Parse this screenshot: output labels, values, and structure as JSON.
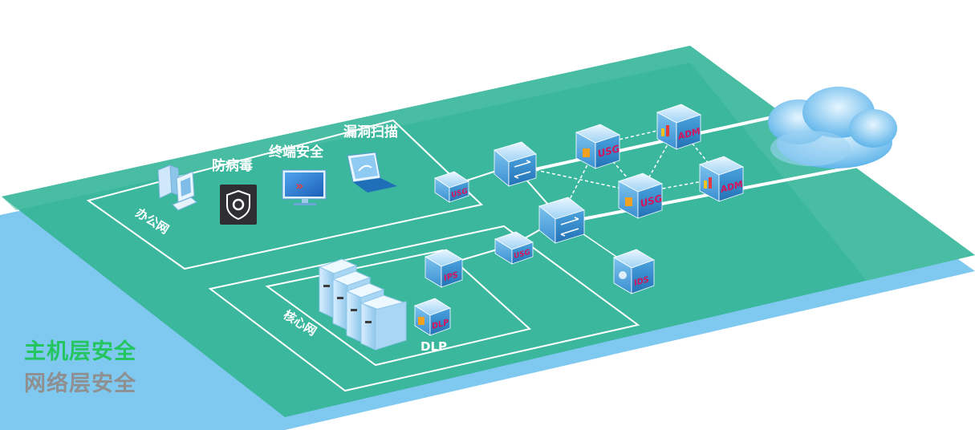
{
  "labels": {
    "office_net": "办公网",
    "core_net": "核心网",
    "antivirus": "防病毒",
    "endpoint": "终端安全",
    "vuln_scan": "漏洞扫描",
    "dlp_caption": "DLP"
  },
  "device_labels": {
    "usg": "USG",
    "adm": "ADM",
    "ips": "IPS",
    "dlp": "DLP",
    "ids": "IDS"
  },
  "legend": {
    "host_layer": "主机层安全",
    "network_layer": "网络层安全"
  },
  "colors": {
    "top_plane": "#3bb79d",
    "bottom_plane": "#7fc8ef",
    "host_legend": "#22c55e",
    "network_legend": "#8f8f8f",
    "device_text": "#d4145a"
  }
}
